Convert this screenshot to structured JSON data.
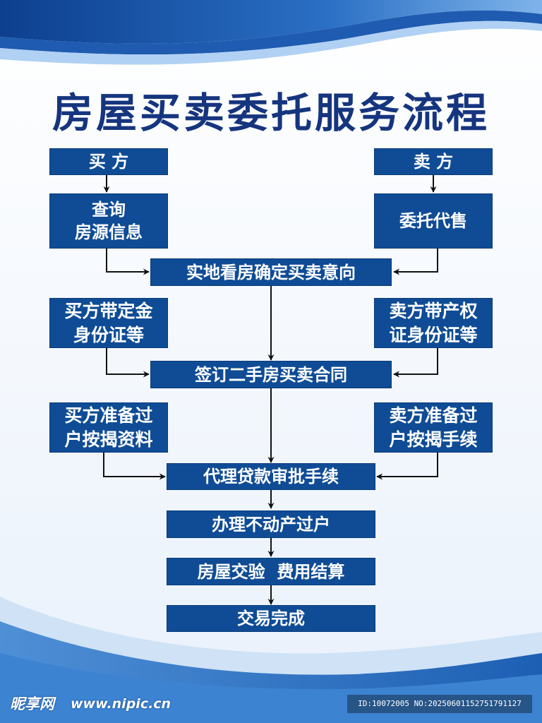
{
  "title": "房屋买卖委托服务流程",
  "boxes": {
    "buyer": "买 方",
    "seller": "卖 方",
    "buyer_query_1": "查询",
    "buyer_query_2": "房源信息",
    "seller_entrust": "委托代售",
    "intent": "实地看房确定买卖意向",
    "buyer_deposit_1": "买方带定金",
    "buyer_deposit_2": "身份证等",
    "seller_deed_1": "卖方带产权",
    "seller_deed_2": "证身份证等",
    "contract": "签订二手房买卖合同",
    "buyer_prepare_1": "买方准备过",
    "buyer_prepare_2": "户按揭资料",
    "seller_prepare_1": "卖方准备过",
    "seller_prepare_2": "户按揭手续",
    "loan": "代理贷款审批手续",
    "transfer": "办理不动产过户",
    "handover": "房屋交验  费用结算",
    "complete": "交易完成"
  },
  "footer": {
    "logo": "昵享网",
    "site": "www.nipic.cn",
    "id": "ID:10072005 NO:20250601152751791127"
  },
  "colors": {
    "box": "#0f4c95",
    "title": "#16357f",
    "arrow": "#111111"
  }
}
